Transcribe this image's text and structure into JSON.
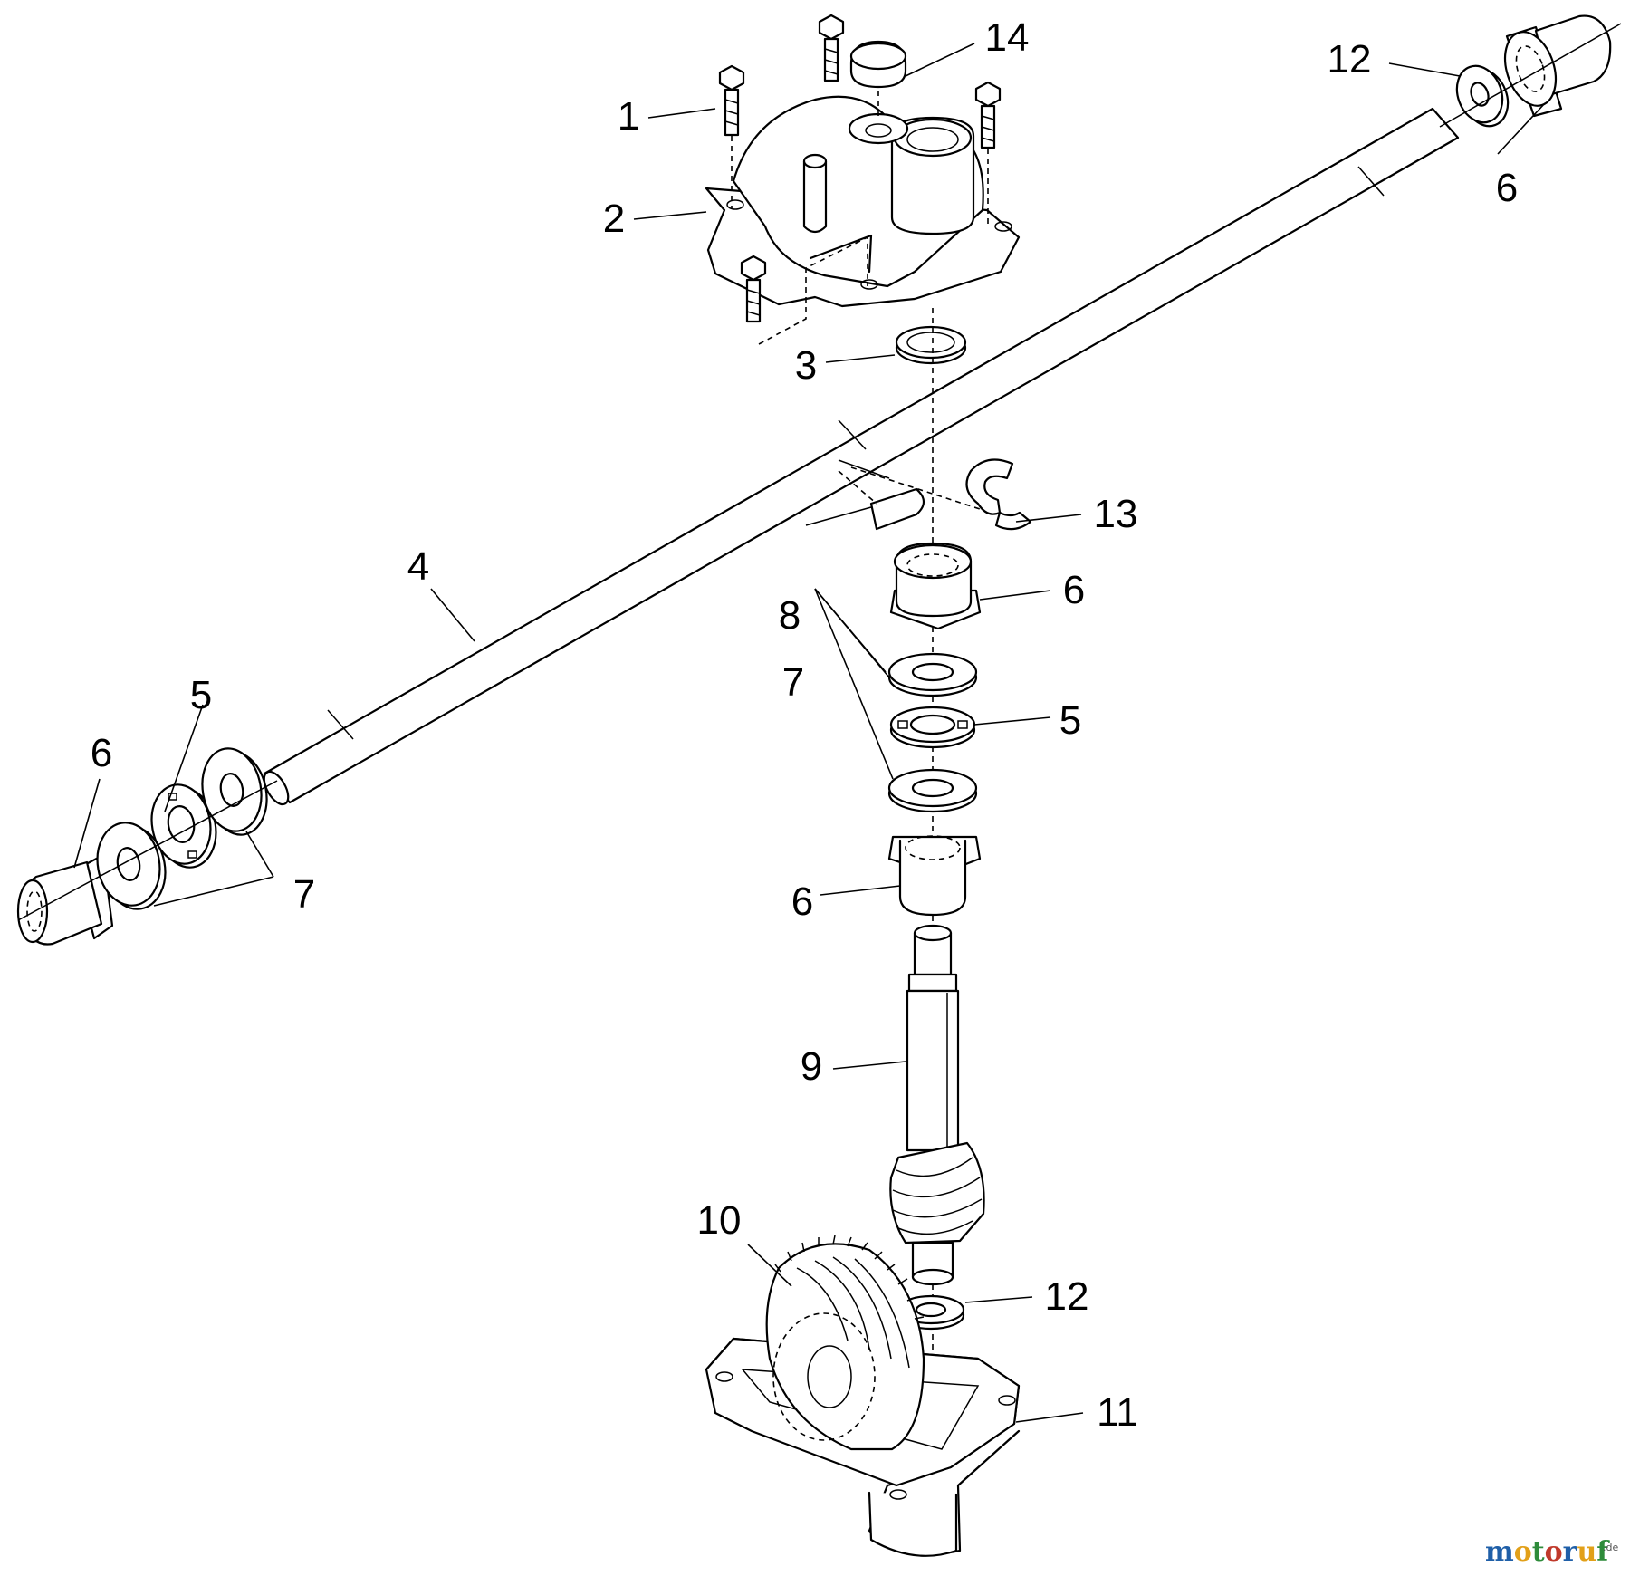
{
  "callouts": [
    {
      "id": "c1",
      "text": "1"
    },
    {
      "id": "c2",
      "text": "2"
    },
    {
      "id": "c3",
      "text": "3"
    },
    {
      "id": "c4",
      "text": "4"
    },
    {
      "id": "c5a",
      "text": "5"
    },
    {
      "id": "c5b",
      "text": "5"
    },
    {
      "id": "c6a",
      "text": "6"
    },
    {
      "id": "c6b",
      "text": "6"
    },
    {
      "id": "c6c",
      "text": "6"
    },
    {
      "id": "c6d",
      "text": "6"
    },
    {
      "id": "c7a",
      "text": "7"
    },
    {
      "id": "c7b",
      "text": "7"
    },
    {
      "id": "c8",
      "text": "8"
    },
    {
      "id": "c9",
      "text": "9"
    },
    {
      "id": "c10",
      "text": "10"
    },
    {
      "id": "c11",
      "text": "11"
    },
    {
      "id": "c12a",
      "text": "12"
    },
    {
      "id": "c12b",
      "text": "12"
    },
    {
      "id": "c13",
      "text": "13"
    },
    {
      "id": "c14",
      "text": "14"
    }
  ],
  "watermark": {
    "name": "motoruf",
    "suffix": ".de",
    "colors": [
      "#1f5fa8",
      "#e2a019",
      "#2e8b3a",
      "#c0392b"
    ]
  }
}
